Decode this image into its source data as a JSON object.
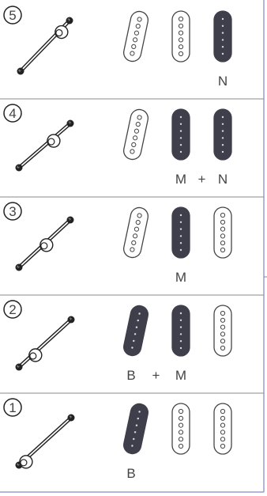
{
  "colors": {
    "frame": "#9b9bd6",
    "divider": "#8a8a8a",
    "pickup_active": "#3f3f4c",
    "pickup_inactive_fill": "#ffffff",
    "pickup_stroke": "#444444",
    "lever": "#222222"
  },
  "rows": [
    {
      "number": "5",
      "active": [
        false,
        false,
        true
      ],
      "label_parts": [
        "N"
      ]
    },
    {
      "number": "4",
      "active": [
        false,
        true,
        true
      ],
      "label_parts": [
        "M",
        "+",
        "N"
      ]
    },
    {
      "number": "3",
      "active": [
        false,
        true,
        false
      ],
      "label_parts": [
        "M"
      ]
    },
    {
      "number": "2",
      "active": [
        true,
        true,
        false
      ],
      "label_parts": [
        "B",
        "+",
        "M"
      ]
    },
    {
      "number": "1",
      "active": [
        true,
        false,
        false
      ],
      "label_parts": [
        "B"
      ]
    }
  ]
}
